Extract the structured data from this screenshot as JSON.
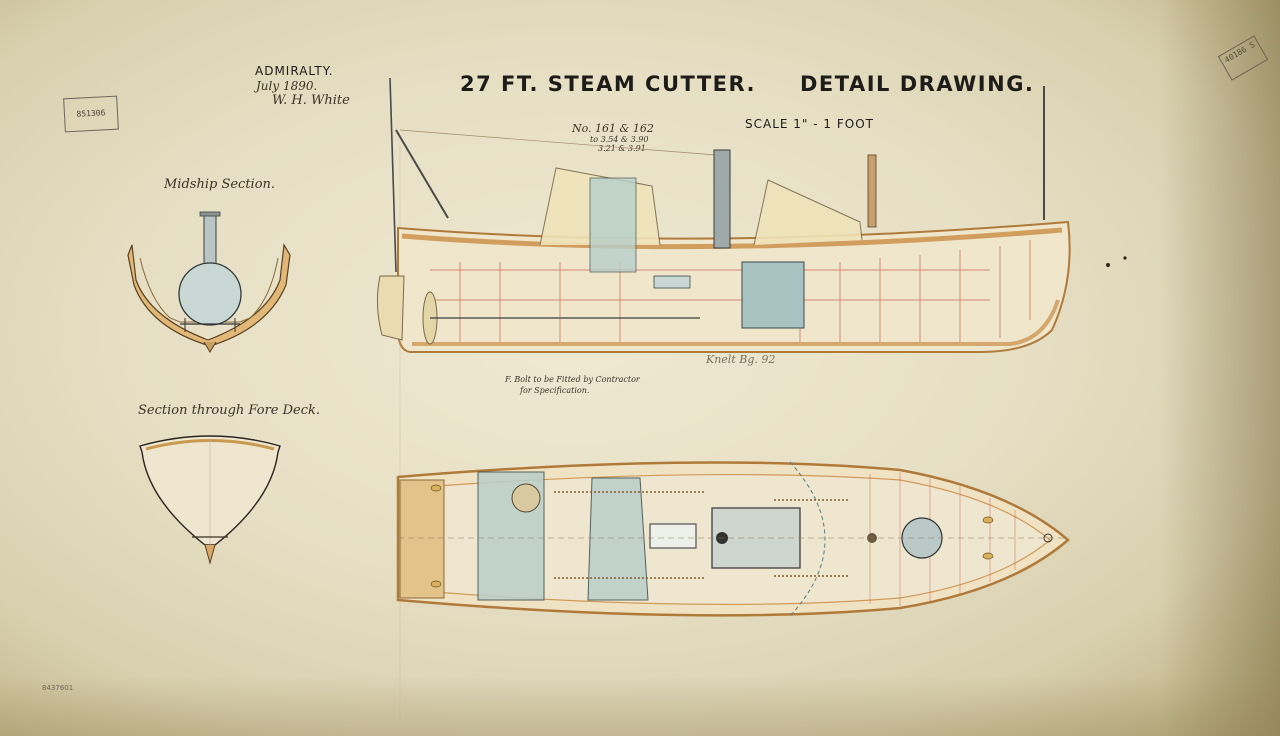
{
  "sheet": {
    "title_left": "27 FT. STEAM CUTTER.",
    "title_right": "DETAIL DRAWING.",
    "scale": "SCALE 1\" - 1 FOOT",
    "office": "ADMIRALTY.",
    "date": "July 1890.",
    "signature": "W. H. White",
    "archive_stamp_left": "851306",
    "archive_stamp_right": "40186 S",
    "reference_bottom": "8437601"
  },
  "views": {
    "midship_section": "Midship Section.",
    "fore_deck_section": "Section through Fore Deck.",
    "profile_note_1": "No. 161 & 162",
    "profile_note_2": "to 3.54 & 3.90",
    "profile_note_3": "3.21 & 3.91",
    "profile_note_4": "Knelt Bg. 92",
    "bolts_note_1": "F. Bolt to be Fitted by Contractor",
    "bolts_note_2": "for Specification."
  },
  "colors": {
    "paper": "#e9e2c9",
    "ink": "#1e1c18",
    "hull_wood": "#e8c48a",
    "red_line": "#c23b2c",
    "steel_blue": "#a8c4c4"
  }
}
